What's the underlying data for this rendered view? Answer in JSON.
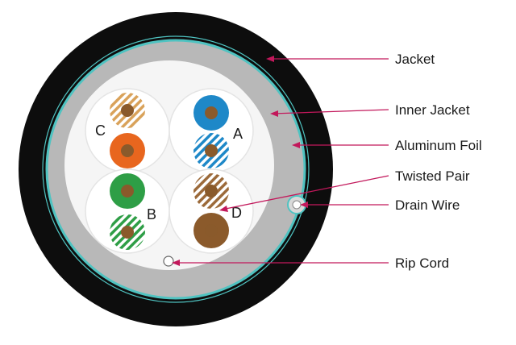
{
  "diagram": {
    "colors": {
      "jacket": "#0d0d0d",
      "inner_jacket": "#b8b8b8",
      "foil": "#4fc3c1",
      "core": "#f5f5f5",
      "callout_line": "#c2185b",
      "copper": "#8a5a2b"
    },
    "callouts": [
      {
        "id": "jacket",
        "label": "Jacket"
      },
      {
        "id": "inner-jacket",
        "label": "Inner Jacket"
      },
      {
        "id": "aluminum-foil",
        "label": "Aluminum Foil"
      },
      {
        "id": "twisted-pair",
        "label": "Twisted Pair"
      },
      {
        "id": "drain-wire",
        "label": "Drain Wire"
      },
      {
        "id": "rip-cord",
        "label": "Rip Cord"
      }
    ],
    "pairs": [
      {
        "letter": "A",
        "solid": "#1e88c8",
        "stripe": "#1e88c8"
      },
      {
        "letter": "B",
        "solid": "#2e9e46",
        "stripe": "#2e9e46"
      },
      {
        "letter": "C",
        "solid": "#e8661e",
        "stripe": "#d9a25a"
      },
      {
        "letter": "D",
        "solid": "#8b5a2b",
        "stripe": "#9c6a3a"
      }
    ]
  }
}
